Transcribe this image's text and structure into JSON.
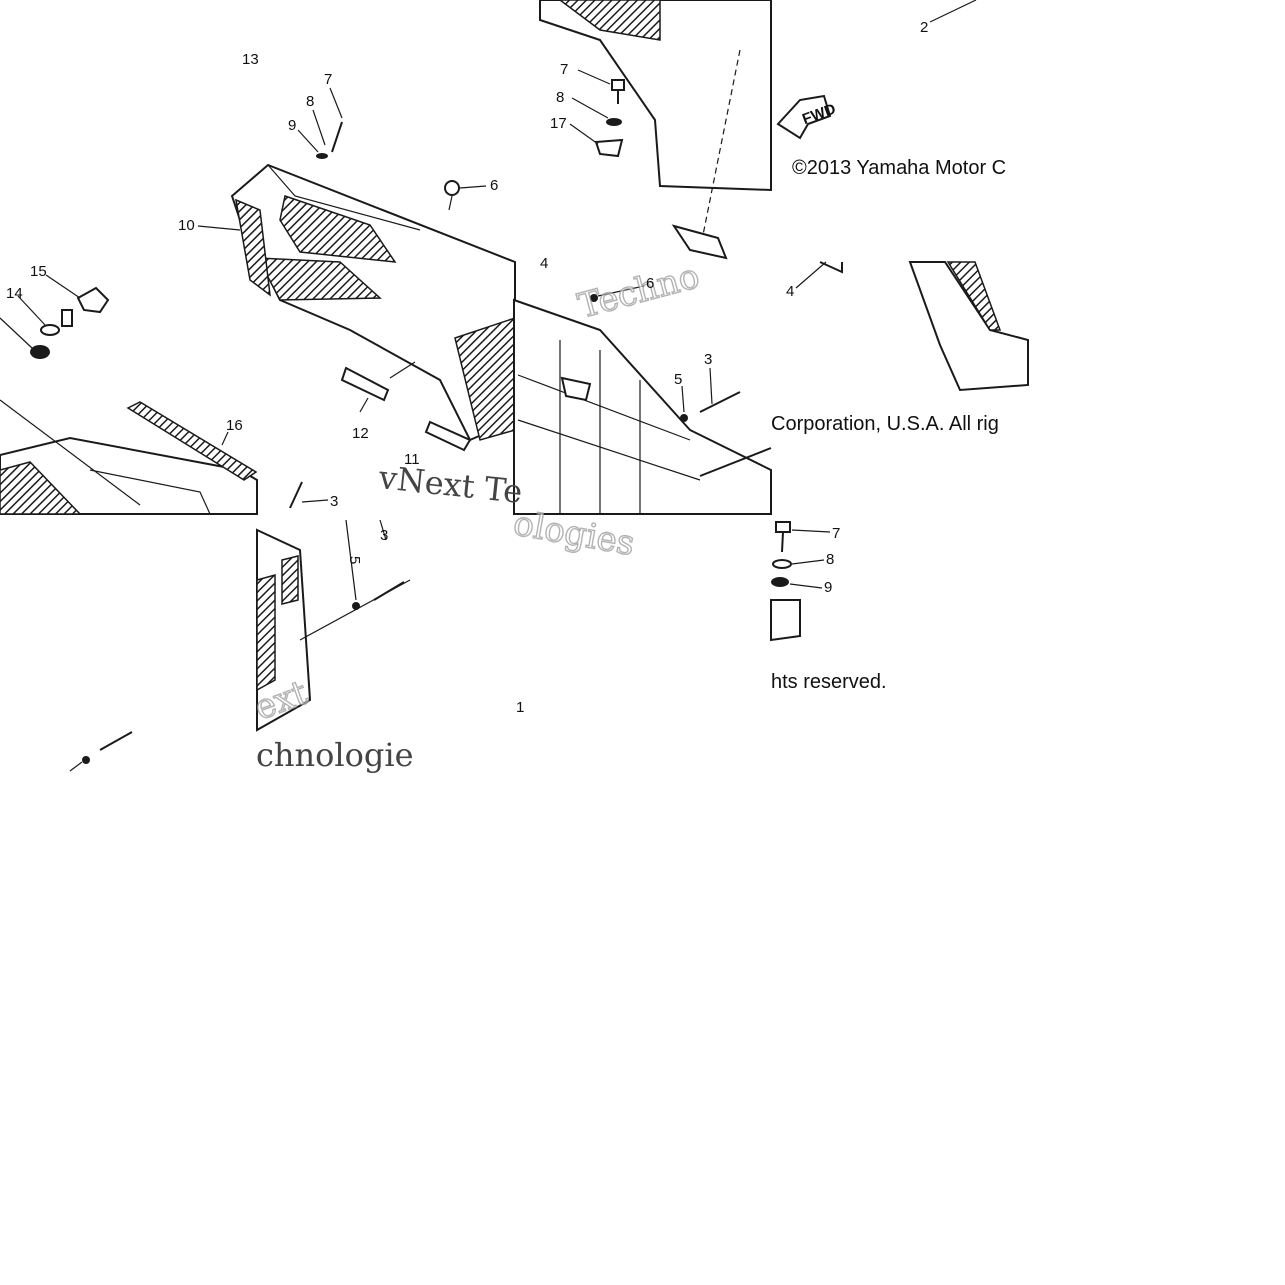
{
  "copyright": {
    "part1": "©2013 Yamaha Motor C",
    "part2": "Corporation, U.S.A. All rig",
    "part3": "hts reserved."
  },
  "fwd_label": "FWD",
  "watermarks": {
    "w1": "Techno",
    "w2": "vNext Te",
    "w3": "ologies",
    "w4": "ext",
    "w5": "chnologie"
  },
  "callouts": {
    "c13": "13",
    "c7a": "7",
    "c8a": "8",
    "c9a": "9",
    "c6a": "6",
    "c10": "10",
    "c15": "15",
    "c14": "14",
    "c16": "16",
    "c12": "12",
    "c11": "11",
    "c3a": "3",
    "c5a": "5",
    "c3b": "3",
    "c7b": "7",
    "c8b": "8",
    "c17": "17",
    "c2": "2",
    "c4a": "4",
    "c6b": "6",
    "c5b": "5",
    "c3c": "3",
    "c4b": "4",
    "c7c": "7",
    "c8c": "8",
    "c9b": "9",
    "c1": "1"
  }
}
